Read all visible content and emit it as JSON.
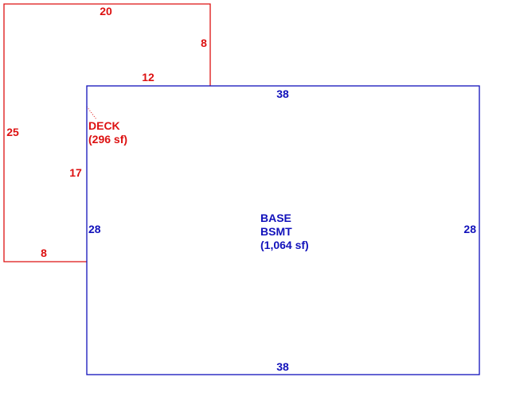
{
  "colors": {
    "deck": "#dd1111",
    "basement": "#1111bb",
    "background": "#ffffff"
  },
  "deck": {
    "name": "DECK",
    "area": "(296 sf)",
    "dims": {
      "top": "20",
      "right_upper": "8",
      "step": "12",
      "left": "25",
      "inner": "17",
      "bottom": "8"
    }
  },
  "basement": {
    "name_line1": "BASE",
    "name_line2": "BSMT",
    "area": "(1,064 sf)",
    "dims": {
      "top": "38",
      "bottom": "38",
      "left": "28",
      "right": "28"
    }
  }
}
